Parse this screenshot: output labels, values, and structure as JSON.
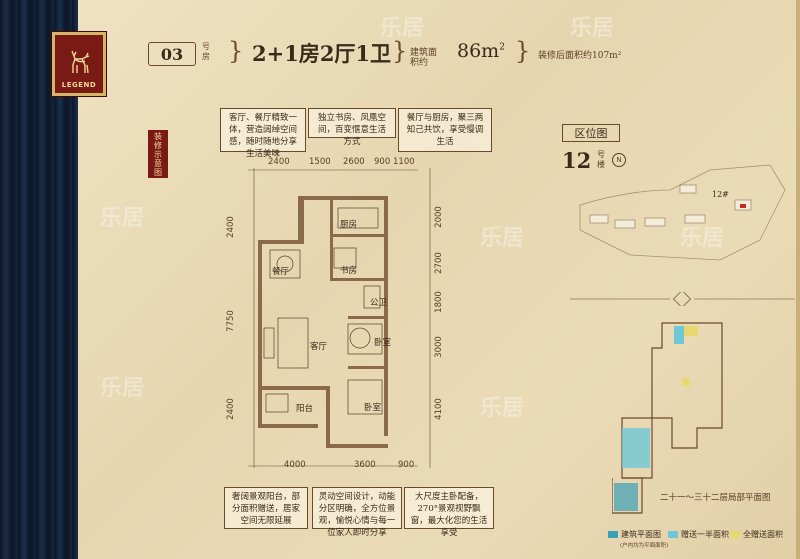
{
  "header": {
    "unit_no": "03",
    "unit_suffix": "号房",
    "layout": "2+1房2厅1卫",
    "area_label": "建筑面积约",
    "area_value": "86m",
    "area_unit_sup": "2",
    "deco_area": "装修后面积约107m²"
  },
  "logo": {
    "text": "LEGEND",
    "icon": "deer-icon"
  },
  "side_tag": "装修示意图",
  "notes": {
    "top_left": "客厅、餐厅精致一体，营造阔绰空间感，随时随地分享生活美味",
    "top_mid": "独立书房、凤凰空间，百变惬意生活方式",
    "top_right": "餐厅与厨房，聚三两知己共饮，享受慢调生活",
    "bottom_left": "奢阔景观阳台，部分面积赠送，居家空间无限延展",
    "bottom_mid": "灵动空间设计，动能分区明确，全方位景观，愉悦心情与每一位家人即时分享",
    "bottom_right": "大尺度主卧配备，270°景观视野飘窗，最大化您的生活享受"
  },
  "dims_top": [
    "2400",
    "1500",
    "2600",
    "900",
    "1100"
  ],
  "dims_bottom": [
    "4000",
    "3600",
    "900"
  ],
  "dims_left": [
    "2400",
    "7750",
    "2400"
  ],
  "dims_right": [
    "2000",
    "2700",
    "1800",
    "3000",
    "4100"
  ],
  "rooms": {
    "kitchen": "厨房",
    "dining": "餐厅",
    "study": "书房",
    "bath": "公卫",
    "living": "客厅",
    "bedroom1": "卧室",
    "bedroom2": "卧室",
    "balcony": "阳台"
  },
  "location": {
    "title": "区位图",
    "building_no": "12",
    "building_label": "号楼",
    "compass": "N",
    "map_label": "12#"
  },
  "floor_caption": "二十一～三十二层局部平面图",
  "legend": [
    {
      "label": "建筑平面图",
      "sub": "(户内均为平面面积)",
      "color": "#3aa0b8"
    },
    {
      "label": "赠送一半面积",
      "color": "#6ec8d8"
    },
    {
      "label": "全赠送面积",
      "color": "#e8d870"
    }
  ],
  "watermark": "乐居",
  "colors": {
    "accent": "#7a1a14",
    "ink": "#3b2a1a",
    "paper": "#efe2c2"
  }
}
